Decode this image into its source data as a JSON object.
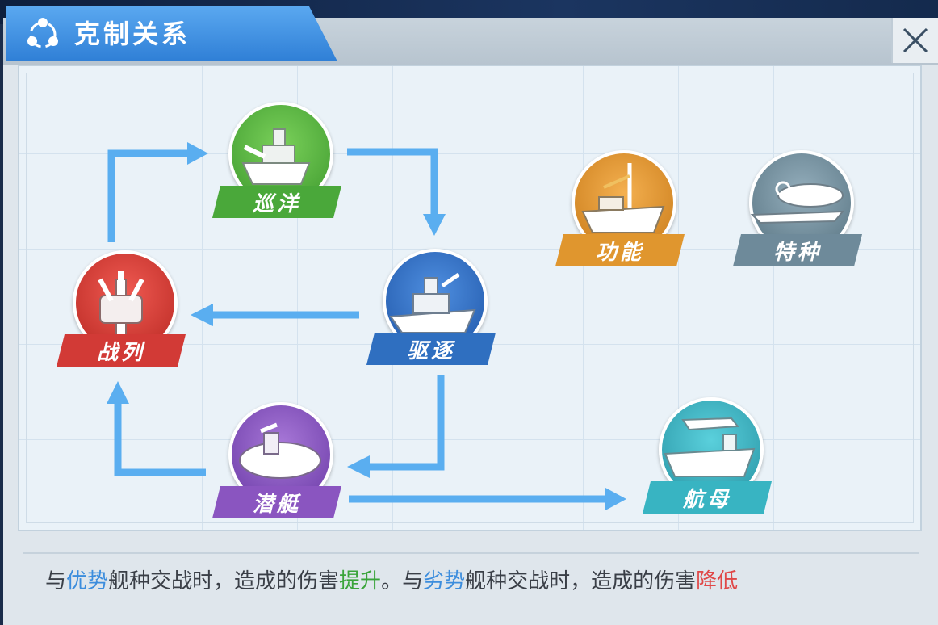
{
  "title": "克制关系",
  "footer": {
    "seg1": "与",
    "seg2": "优势",
    "seg3": "舰种交战时，造成的伤害",
    "seg4": "提升",
    "seg5": "。与",
    "seg6": "劣势",
    "seg7": "舰种交战时，造成的伤害",
    "seg8": "降低"
  },
  "nodes": {
    "cruiser": {
      "label": "巡洋",
      "color": "#4aa83a"
    },
    "battleship": {
      "label": "战列",
      "color": "#d23a36"
    },
    "destroyer": {
      "label": "驱逐",
      "color": "#2f6fc0"
    },
    "submarine": {
      "label": "潜艇",
      "color": "#8a55c0"
    },
    "carrier": {
      "label": "航母",
      "color": "#38b4c2"
    },
    "support": {
      "label": "功能",
      "color": "#e0962e"
    },
    "special": {
      "label": "特种",
      "color": "#6e8a9a"
    }
  },
  "colors": {
    "arrow": "#5aaef0"
  }
}
